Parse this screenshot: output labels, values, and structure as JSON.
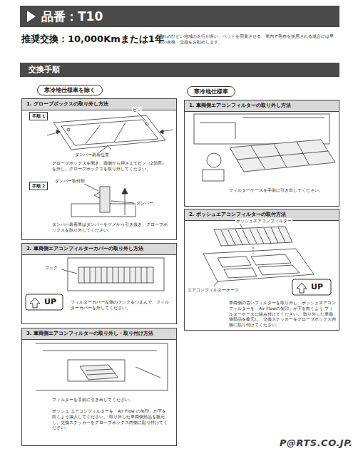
{
  "diagram": {
    "title": "品番：T10",
    "nodes": [
      {
        "text": [
          "交換手順"
        ]
      },
      {
        "text": [
          "寒冷地仕様車を除く"
        ]
      },
      {
        "text": [
          "1. グローブボックスの取り外し方法",
          "グローブボックスを開き、両側から押さえてピン（2箇所）を外し、グローブボックスを取り外してください。",
          "ダンパー装着車はダンパーをツメから引き抜き、グローブボックスを取り外してください。"
        ]
      },
      {
        "text": [
          "手順 1"
        ],
        "in": 2
      },
      {
        "text": [
          "手順 2"
        ],
        "in": 2
      },
      {
        "text": [
          "2. 車両側エアコンフィルターカバーの取り外し方法",
          "フィルターカバー左側のフックをつまんで、フィルターカバーを外してください。"
        ]
      },
      {
        "text": [
          "3. 車両側エアコンフィルターの取り外し・取り付け方法",
          "フィルターを手前に引き出してください。",
          "ボッシュ エアコンフィルターを「Air Flow の矢印」が下を向くよう挿入してください。 取り外した車両側部品を復元し、交換ステッカーをグローブボックス内側に貼り付けてください。"
        ]
      },
      {
        "text": [
          "寒冷地仕様車"
        ]
      },
      {
        "text": [
          "1. 車両側エアコンフィルターの取り外し方法",
          "フィルターケースを手前に引き出してください。"
        ]
      },
      {
        "text": [
          "2. ボッシュエアコンフィルターの取付方法",
          "車両側の古いフィルターを取り外し、ボッシュエアコンフィルターを「Air Flowの矢印」が下を向くよう フィルターケースに組み付けてください。 取り外した車両側部品を復元し、交換ステッカーをグローブボックス内側に貼り付けてください。"
        ]
      }
    ],
    "labels": [
      "推奨交換：10,000Kmまたは1年",
      "汚れのひどい地域の走行が多い、ペットを同乗させる、車内で毛布を使用される場合には早めの点検・交換をお勧めします。",
      "ピン",
      "ダンパー装着位置",
      "ダンパー取付部",
      "ダンパー",
      "フック",
      "UP",
      "ボッシュエアコンフィルター",
      "エアコンフィルターケース",
      "UP",
      "P@RTS.CO.JP."
    ]
  }
}
